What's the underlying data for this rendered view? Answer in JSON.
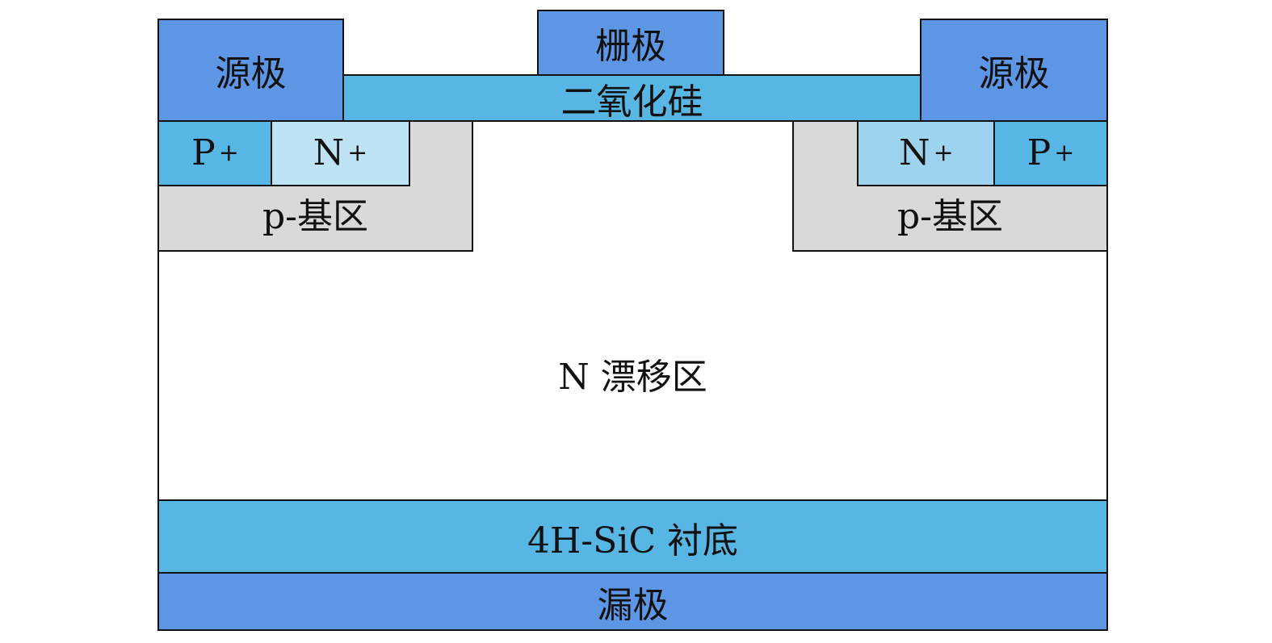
{
  "labels": {
    "source_left": "源极",
    "source_right": "源极",
    "gate": "栅极",
    "oxide": "二氧化硅",
    "p_plus": "P",
    "n_plus": "N",
    "plus": "+",
    "p_base": "p-基区",
    "drift": "N 漂移区",
    "substrate": "4H-SiC 衬底",
    "drain": "漏极"
  },
  "colors": {
    "electrode": "#5e96e6",
    "oxide": "#58b6e4",
    "p_plus": "#58b6e4",
    "n_plus_left": "#bde3f4",
    "n_plus_right": "#9dd3ee",
    "p_base": "#d9d9d9",
    "substrate": "#58b6e4"
  }
}
